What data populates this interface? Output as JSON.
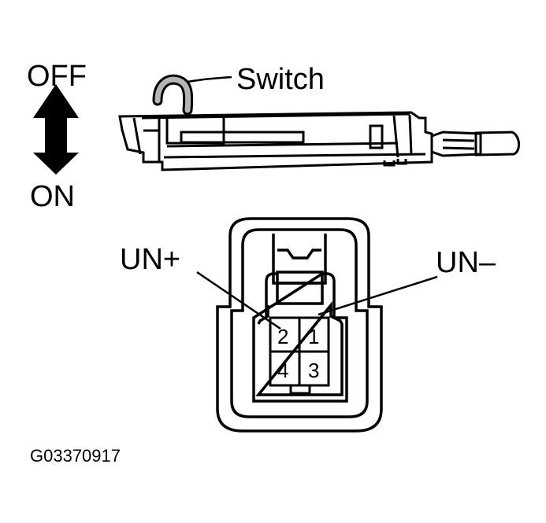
{
  "diagram": {
    "off_label": "OFF",
    "on_label": "ON",
    "switch_label": "Switch",
    "un_plus_label": "UN+",
    "un_minus_label": "UN–",
    "pins": {
      "pin1": "1",
      "pin2": "2",
      "pin3": "3",
      "pin4": "4"
    },
    "figure_code": "G03370917",
    "colors": {
      "ink": "#000000",
      "background": "#ffffff",
      "switch_knob": "#b5b5b5"
    }
  }
}
